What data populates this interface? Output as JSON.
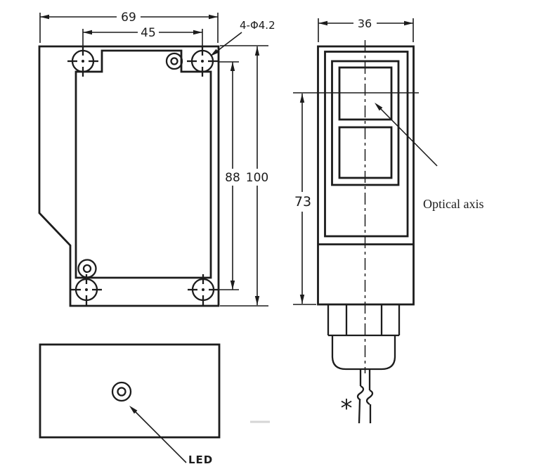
{
  "colors": {
    "background": "#ffffff",
    "line": "#1c1c1c"
  },
  "side_view": {
    "dim_width_outer": "69",
    "dim_hole_spacing_width": "45",
    "hole_callout": "4-Φ4.2",
    "dim_hole_spacing_height": "88",
    "dim_height_outer": "100"
  },
  "front_view": {
    "dim_width": "36",
    "dim_height": "73",
    "optical_axis_label": "Optical axis"
  },
  "bottom_view": {
    "led_label": "LED"
  },
  "cable": {
    "note_marker": "*"
  }
}
